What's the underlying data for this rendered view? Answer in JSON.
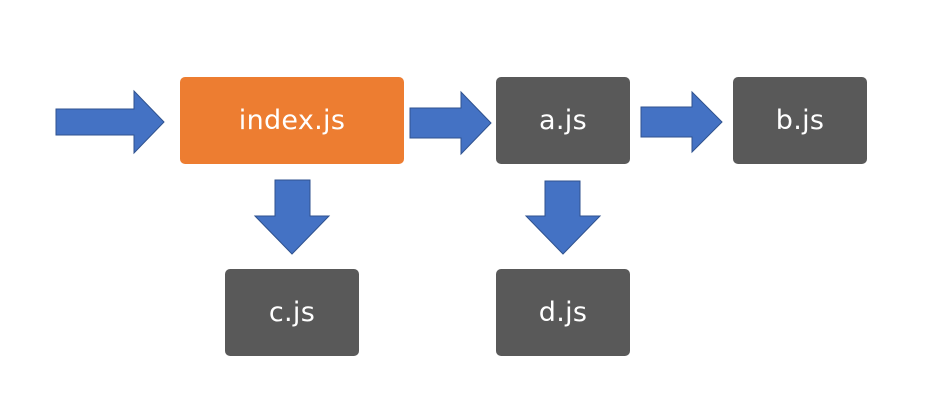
{
  "diagram": {
    "nodes": {
      "index": {
        "label": "index.js"
      },
      "a": {
        "label": "a.js"
      },
      "b": {
        "label": "b.js"
      },
      "c": {
        "label": "c.js"
      },
      "d": {
        "label": "d.js"
      }
    },
    "edges": [
      {
        "from": "",
        "to": "index"
      },
      {
        "from": "index",
        "to": "a"
      },
      {
        "from": "a",
        "to": "b"
      },
      {
        "from": "index",
        "to": "c"
      },
      {
        "from": "a",
        "to": "d"
      }
    ]
  },
  "colors": {
    "entry_node": "#ED7D31",
    "module_node": "#595959",
    "arrow_fill": "#4472C4",
    "arrow_stroke": "#2F528F",
    "label": "#FFFFFF"
  }
}
